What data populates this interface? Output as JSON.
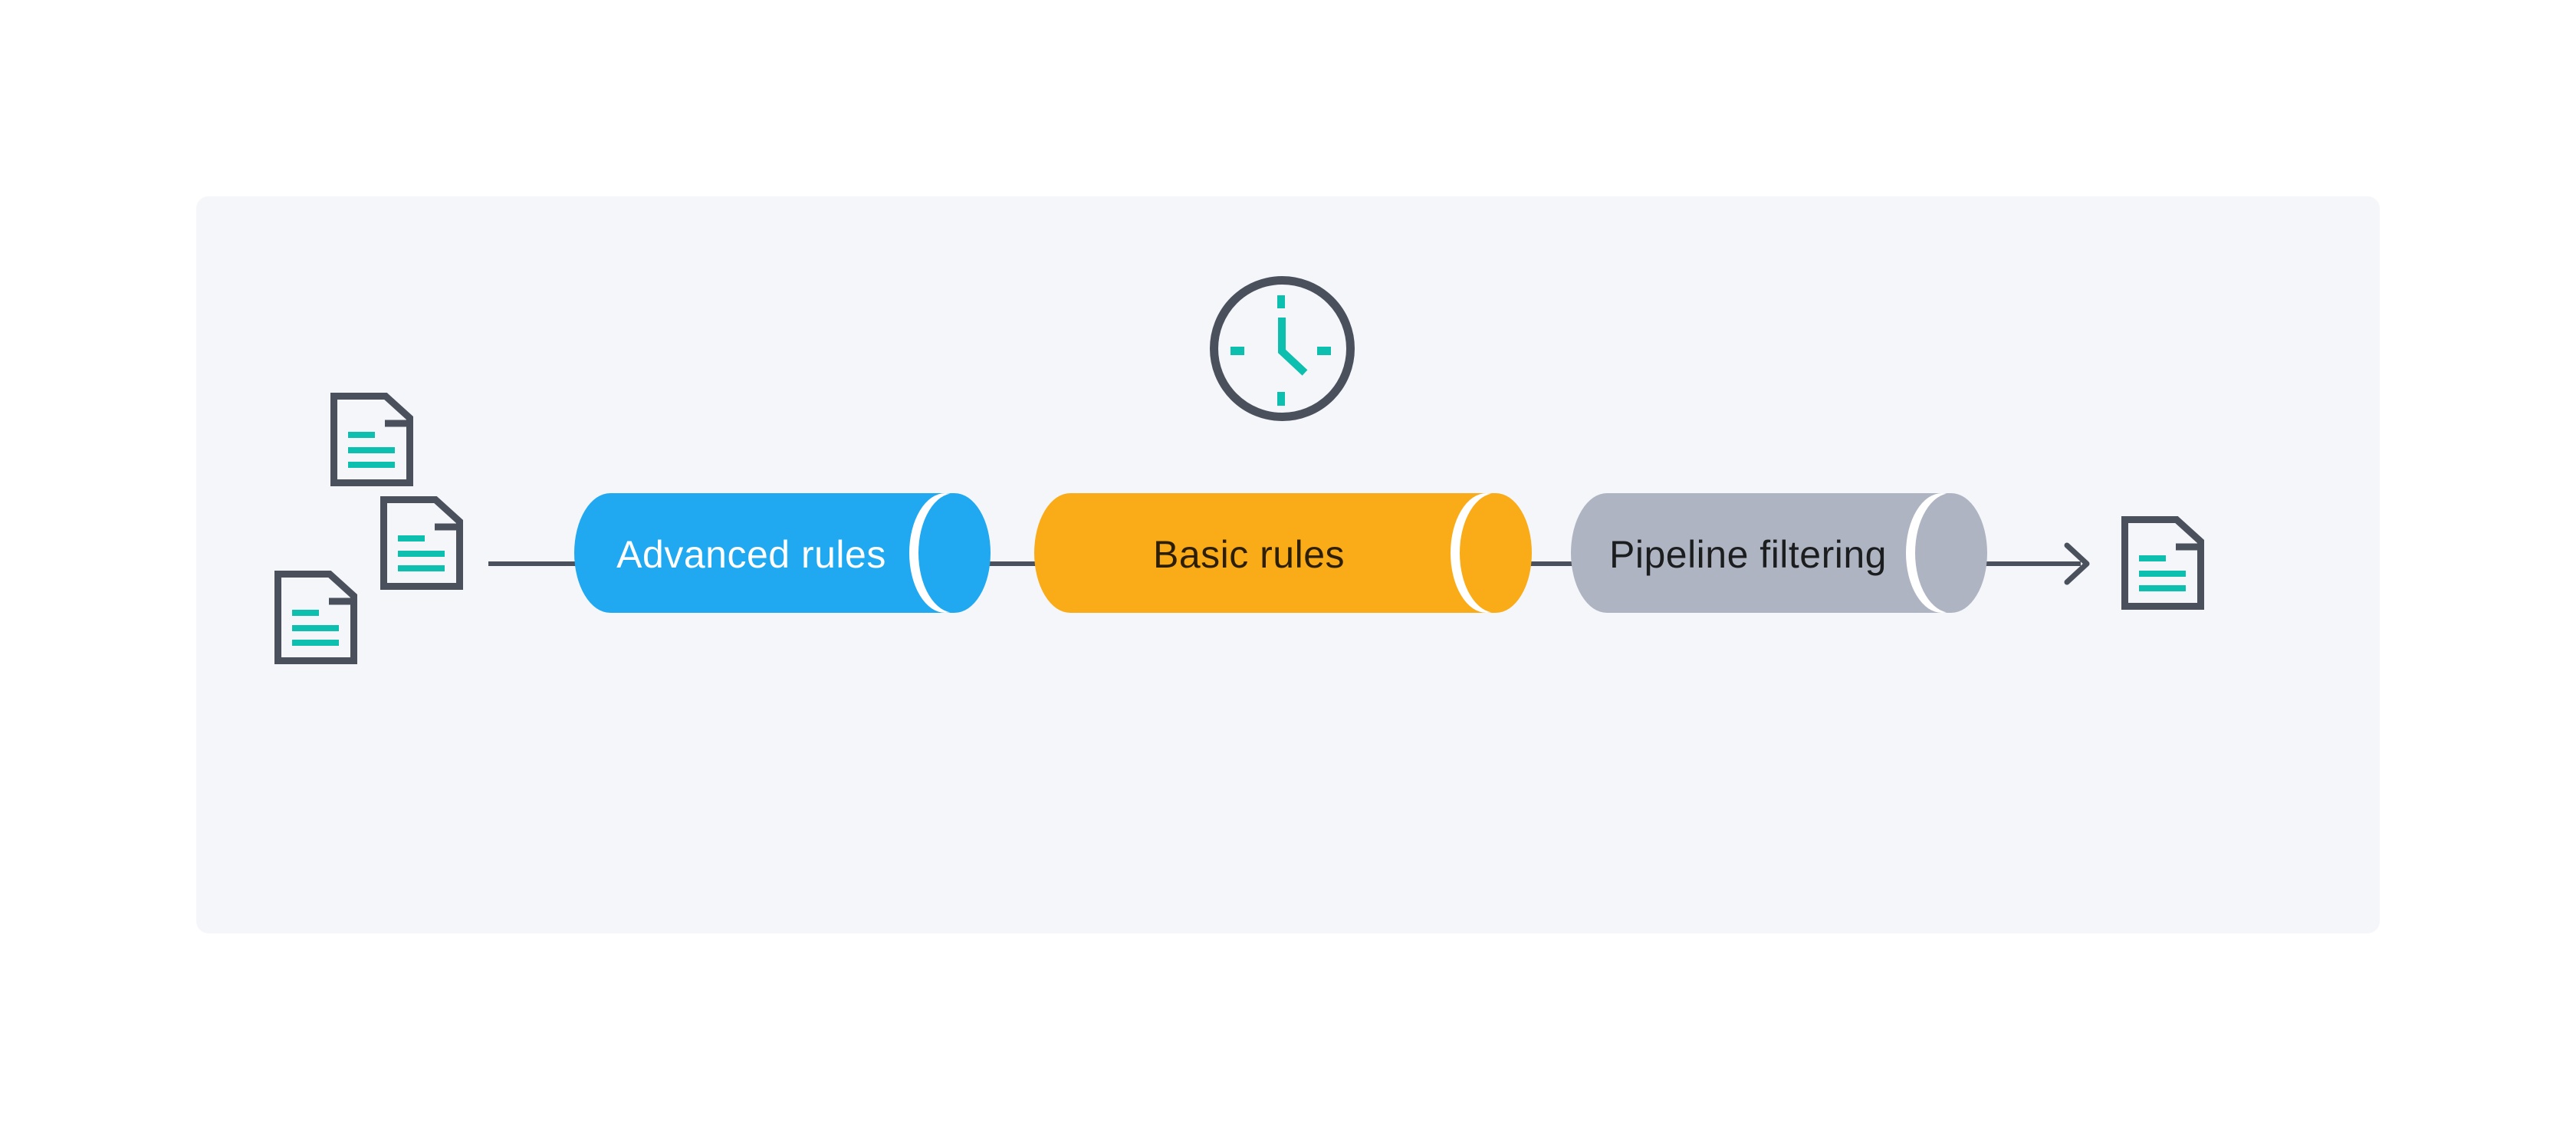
{
  "panel": {
    "background": "#f5f6fa"
  },
  "colors": {
    "outline": "#4b515c",
    "teal": "#0dbfae",
    "white_gap": "#ffffff",
    "page_background": "#ffffff"
  },
  "pipeline": {
    "stages": [
      {
        "label": "Advanced rules",
        "fill": "#20a9f1",
        "label_color": "#ffffff"
      },
      {
        "label": "Basic rules",
        "fill": "#f9ac18",
        "label_color": "rgba(0,0,0,0.82)"
      },
      {
        "label": "Pipeline filtering",
        "fill": "#aeb4c2",
        "label_color": "rgba(0,0,0,0.84)"
      }
    ],
    "input_document_count": 3,
    "output_document_count": 1,
    "flow_direction": "left-to-right"
  },
  "icons": {
    "input_documents": "document-icon",
    "output_document": "document-icon",
    "timer": "clock-icon",
    "flow_arrow": "arrow-right-icon"
  }
}
